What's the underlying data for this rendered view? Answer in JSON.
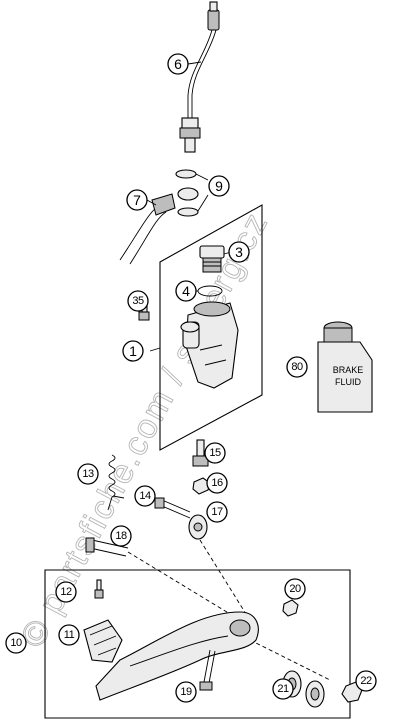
{
  "watermark": "© partsfiche.com / sagerg.cz",
  "bottle_label": {
    "line1": "BRAKE",
    "line2": "FLUID"
  },
  "callouts": [
    {
      "id": "1",
      "label": "1"
    },
    {
      "id": "3",
      "label": "3"
    },
    {
      "id": "4",
      "label": "4"
    },
    {
      "id": "6",
      "label": "6"
    },
    {
      "id": "7",
      "label": "7"
    },
    {
      "id": "9",
      "label": "9"
    },
    {
      "id": "10",
      "label": "10"
    },
    {
      "id": "11",
      "label": "11"
    },
    {
      "id": "12",
      "label": "12"
    },
    {
      "id": "13",
      "label": "13"
    },
    {
      "id": "14",
      "label": "14"
    },
    {
      "id": "15",
      "label": "15"
    },
    {
      "id": "16",
      "label": "16"
    },
    {
      "id": "17",
      "label": "17"
    },
    {
      "id": "18",
      "label": "18"
    },
    {
      "id": "19",
      "label": "19"
    },
    {
      "id": "20",
      "label": "20"
    },
    {
      "id": "21",
      "label": "21"
    },
    {
      "id": "22",
      "label": "22"
    },
    {
      "id": "35",
      "label": "35"
    },
    {
      "id": "80",
      "label": "80"
    }
  ]
}
